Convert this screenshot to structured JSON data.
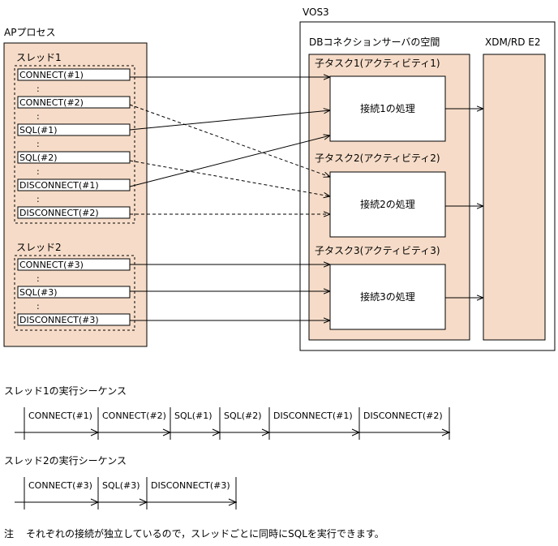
{
  "colors": {
    "fill": "#f6dcc8",
    "line": "#000000",
    "background": "#ffffff"
  },
  "ap_process": {
    "title": "APプロセス",
    "threads": [
      {
        "title": "スレッド1",
        "ops": [
          "CONNECT(#1)",
          "CONNECT(#2)",
          "SQL(#1)",
          "SQL(#2)",
          "DISCONNECT(#1)",
          "DISCONNECT(#2)"
        ]
      },
      {
        "title": "スレッド2",
        "ops": [
          "CONNECT(#3)",
          "SQL(#3)",
          "DISCONNECT(#3)"
        ]
      }
    ],
    "dots": ":"
  },
  "vos3": {
    "title": "VOS3",
    "db_space_title": "DBコネクションサーバの空間",
    "tasks": [
      {
        "title": "子タスク1(アクティビティ1)",
        "process": "接続1の処理"
      },
      {
        "title": "子タスク2(アクティビティ2)",
        "process": "接続2の処理"
      },
      {
        "title": "子タスク3(アクティビティ3)",
        "process": "接続3の処理"
      }
    ],
    "xdm_title": "XDM/RD E2"
  },
  "sequences": [
    {
      "title": "スレッド1の実行シーケンス",
      "items": [
        "CONNECT(#1)",
        "CONNECT(#2)",
        "SQL(#1)",
        "SQL(#2)",
        "DISCONNECT(#1)",
        "DISCONNECT(#2)"
      ]
    },
    {
      "title": "スレッド2の実行シーケンス",
      "items": [
        "CONNECT(#3)",
        "SQL(#3)",
        "DISCONNECT(#3)"
      ]
    }
  ],
  "note": {
    "label": "注",
    "text": "それぞれの接続が独立しているので，スレッドごとに同時にSQLを実行できます。"
  }
}
